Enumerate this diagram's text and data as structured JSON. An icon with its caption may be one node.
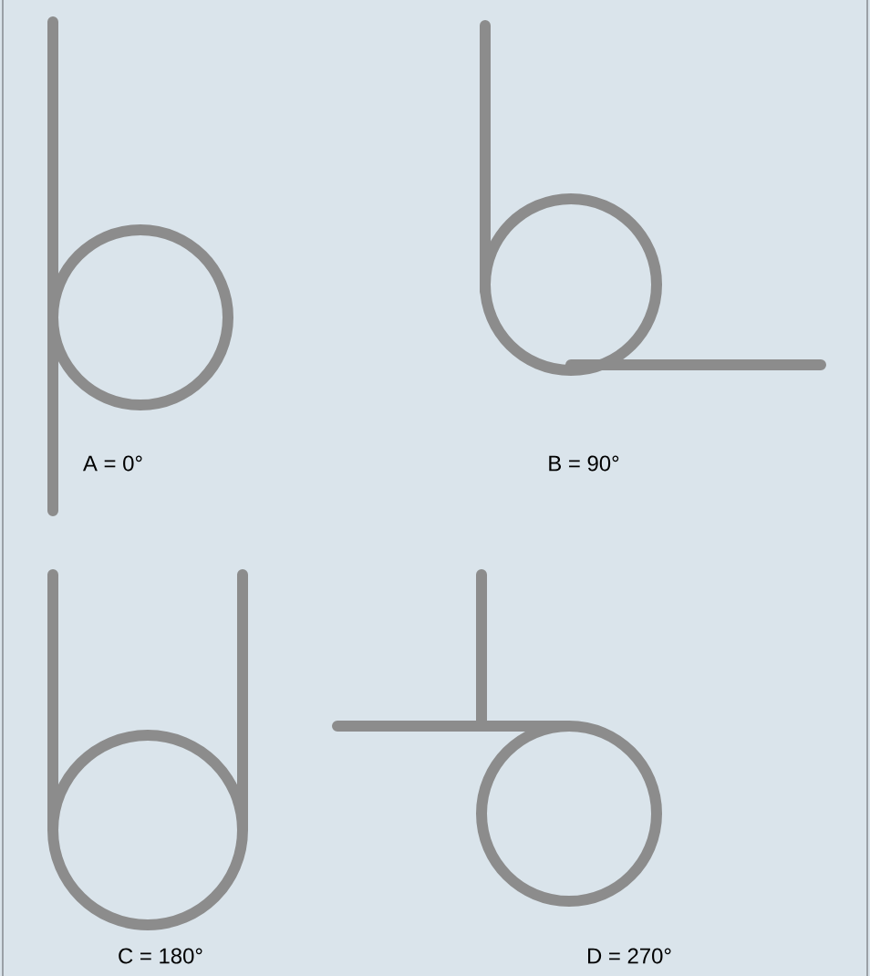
{
  "diagram": {
    "labels": [
      "A = 0°",
      "B = 90°",
      "C = 180°",
      "D = 270°"
    ]
  }
}
